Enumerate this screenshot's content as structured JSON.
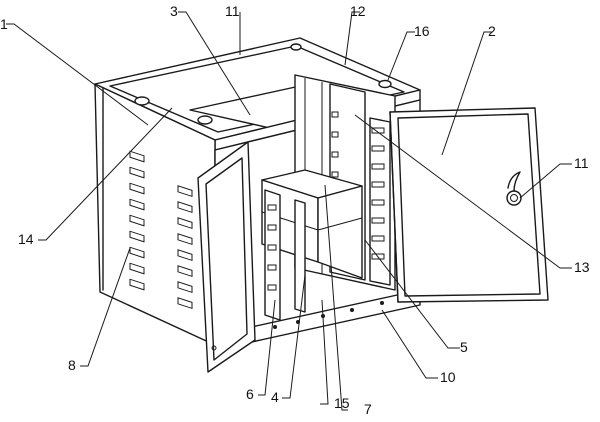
{
  "part_labels": [
    {
      "id": "l1",
      "text": "1"
    },
    {
      "id": "l3",
      "text": "3"
    },
    {
      "id": "l11a",
      "text": "11"
    },
    {
      "id": "l12",
      "text": "12"
    },
    {
      "id": "l16",
      "text": "16"
    },
    {
      "id": "l2",
      "text": "2"
    },
    {
      "id": "l11b",
      "text": "11"
    },
    {
      "id": "l13",
      "text": "13"
    },
    {
      "id": "l5",
      "text": "5"
    },
    {
      "id": "l10",
      "text": "10"
    },
    {
      "id": "l7",
      "text": "7"
    },
    {
      "id": "l15",
      "text": "15"
    },
    {
      "id": "l4",
      "text": "4"
    },
    {
      "id": "l6",
      "text": "6"
    },
    {
      "id": "l8",
      "text": "8"
    },
    {
      "id": "l14",
      "text": "14"
    }
  ],
  "colors": {
    "line": "#1a1a1a",
    "background": "#ffffff"
  }
}
